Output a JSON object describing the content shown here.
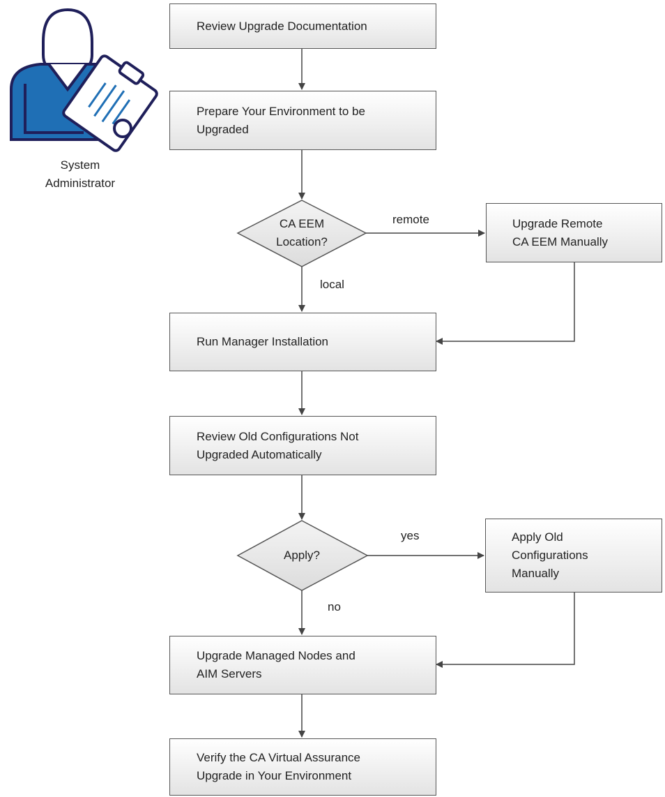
{
  "actor": {
    "line1": "System",
    "line2": "Administrator"
  },
  "steps": {
    "review_docs": {
      "line1": "Review Upgrade Documentation"
    },
    "prepare_env": {
      "line1": "Prepare Your Environment to be",
      "line2": "Upgraded"
    },
    "upgrade_remote_eem": {
      "line1": "Upgrade Remote",
      "line2": "CA EEM Manually"
    },
    "run_manager": {
      "line1": "Run Manager Installation"
    },
    "review_old": {
      "line1": "Review Old Configurations Not",
      "line2": "Upgraded Automatically"
    },
    "apply_old": {
      "line1": "Apply Old",
      "line2": "Configurations",
      "line3": "Manually"
    },
    "upgrade_nodes": {
      "line1": "Upgrade Managed Nodes and",
      "line2": "AIM Servers"
    },
    "verify": {
      "line1": "Verify the CA Virtual Assurance",
      "line2": "Upgrade in Your Environment"
    }
  },
  "decisions": {
    "eem_location": {
      "line1": "CA EEM",
      "line2": "Location?",
      "yes_label": "remote",
      "no_label": "local"
    },
    "apply": {
      "line1": "Apply?",
      "yes_label": "yes",
      "no_label": "no"
    }
  }
}
